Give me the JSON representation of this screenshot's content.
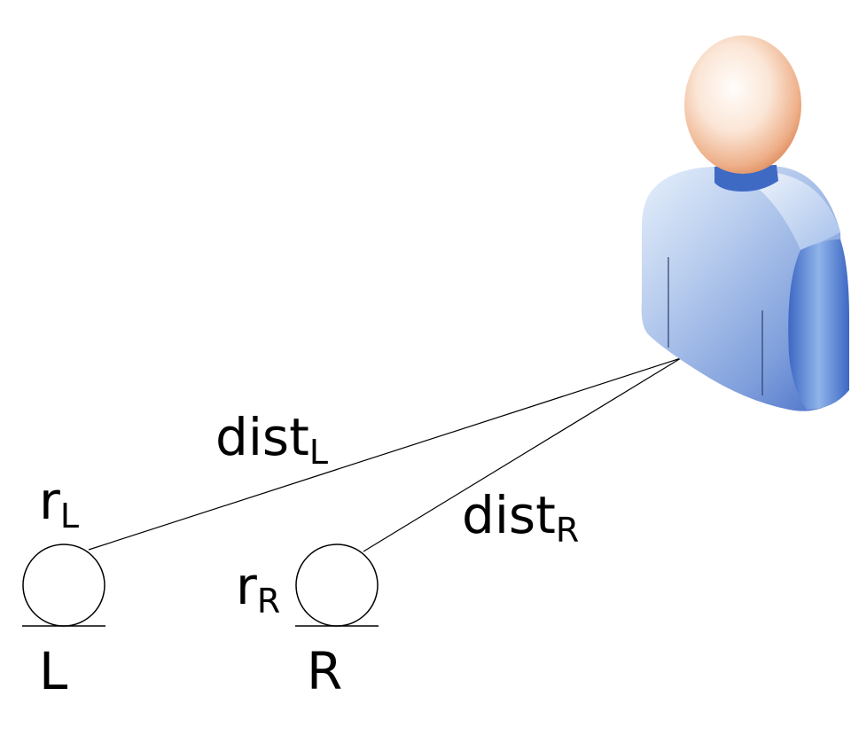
{
  "diagram": {
    "labels": {
      "dist_left": {
        "base": "dist",
        "sub": "L"
      },
      "dist_right": {
        "base": "dist",
        "sub": "R"
      },
      "radius_left": {
        "base": "r",
        "sub": "L"
      },
      "radius_right": {
        "base": "r",
        "sub": "R"
      },
      "wheel_left": "L",
      "wheel_right": "R"
    },
    "icons": {
      "person": "person-icon"
    },
    "colors": {
      "line": "#000000",
      "skin_light": "#fdf2ea",
      "skin_dark": "#e0895a",
      "shirt_light": "#dbe8f7",
      "shirt_dark": "#4a72c4",
      "collar": "#3f6ac4"
    }
  }
}
